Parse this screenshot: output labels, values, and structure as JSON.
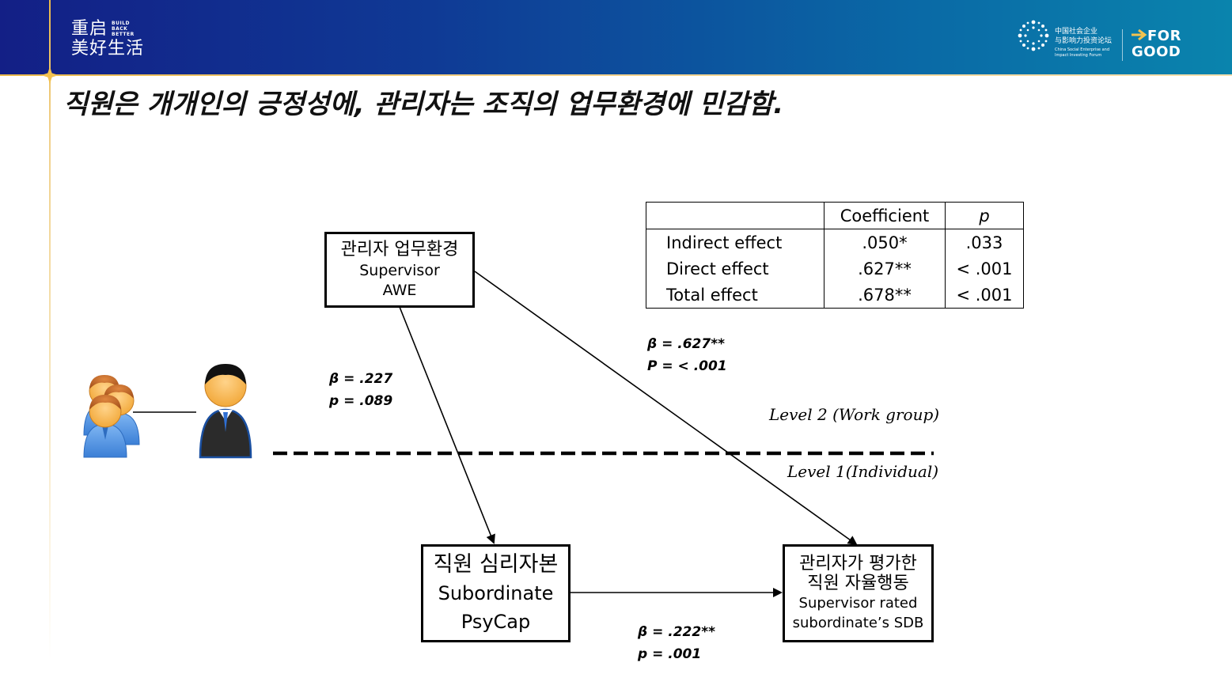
{
  "header": {
    "logo_left_cn_1": "重启",
    "logo_left_cn_2": "美好生活",
    "logo_left_en": [
      "BUILD",
      "BACK",
      "BETTER"
    ],
    "logo_right_cn_1": "中国社会企业",
    "logo_right_cn_2": "与影响力投资论坛",
    "logo_right_en_1": "China Social Enterprise and",
    "logo_right_en_2": "Impact Investing Forum",
    "forgood_1": "FOR",
    "forgood_2": "GOOD"
  },
  "title": "직원은 개개인의 긍정성에, 관리자는 조직의 업무환경에 민감함.",
  "diagram": {
    "box_awe": {
      "kr": "관리자 업무환경",
      "en1": "Supervisor",
      "en2": "AWE"
    },
    "box_psycap": {
      "kr": "직원 심리자본",
      "en1": "Subordinate",
      "en2": "PsyCap"
    },
    "box_sdb": {
      "kr1": "관리자가 평가한",
      "kr2": "직원 자율행동",
      "en1": "Supervisor rated",
      "en2": "subordinate’s SDB"
    },
    "path_a": {
      "beta": "β = .227",
      "p": "p = .089"
    },
    "path_c": {
      "beta": "β = .627**",
      "p": "P = < .001"
    },
    "path_b": {
      "beta": "β = .222**",
      "p": "p = .001"
    },
    "level2": "Level 2 (Work group)",
    "level1": "Level 1(Individual)"
  },
  "table": {
    "headers": [
      "",
      "Coefficient",
      "p"
    ],
    "rows": [
      [
        "Indirect effect",
        ".050*",
        ".033"
      ],
      [
        "Direct effect",
        ".627**",
        "< .001"
      ],
      [
        "Total effect",
        ".678**",
        "< .001"
      ]
    ]
  },
  "colors": {
    "header_start": "#131f86",
    "header_end": "#0a84ad",
    "gold": "#e9b84a",
    "people_blue": "#4a90e2",
    "people_dark": "#2b2b2b"
  },
  "icons": [
    "employees-group-icon",
    "supervisor-icon",
    "burst-logo-icon"
  ]
}
